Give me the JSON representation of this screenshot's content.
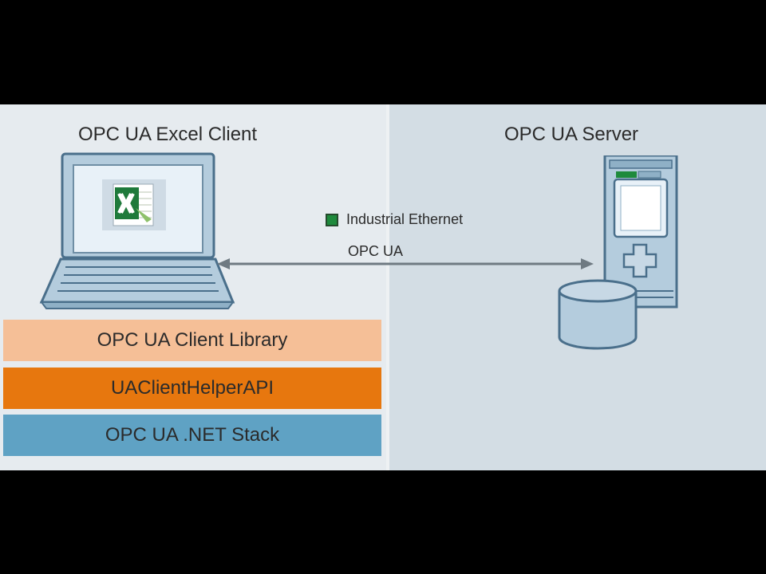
{
  "diagram": {
    "client_title": "OPC UA Excel Client",
    "server_title": "OPC UA Server",
    "network_label": "Industrial Ethernet",
    "protocol_label": "OPC UA",
    "layers": [
      {
        "label": "OPC UA Client Library",
        "color": "#f5bf97"
      },
      {
        "label": "UAClientHelperAPI",
        "color": "#e7770e"
      },
      {
        "label": "OPC UA .NET Stack",
        "color": "#5fa2c4"
      }
    ],
    "colors": {
      "network_swatch": "#1e8a3c",
      "device_fill": "#b4ccdd",
      "device_stroke": "#4a6f8b",
      "excel_green": "#1f7a3b"
    },
    "icons": {
      "laptop": "laptop-icon",
      "excel": "excel-icon",
      "server": "plc-server-icon",
      "database": "database-icon",
      "connection": "double-arrow-icon"
    }
  }
}
